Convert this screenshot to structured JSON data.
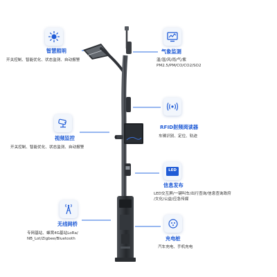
{
  "features": {
    "smart_lighting": {
      "title": "智慧照明",
      "desc": [
        "开关控制、智能优化、状态监测、自动报警"
      ],
      "icon": "sun-icon"
    },
    "weather_monitoring": {
      "title": "气象监测",
      "desc": [
        "温/湿/风/雨/气/紫",
        "PM2.5/PM/CO/CO2/SO2"
      ],
      "icon": "monitor-chart-icon"
    },
    "rfid_reader": {
      "title": "RFID射频阅读器",
      "desc": [
        "车辆识别、定位、轨迹"
      ],
      "icon": "rfid-wave-icon"
    },
    "video_surveillance": {
      "title": "视频监控",
      "desc": [
        "开关控制、智能优化、状态监测、自动报警"
      ],
      "icon": "cctv-camera-icon"
    },
    "info_release": {
      "title": "信息发布",
      "desc": [
        "LED交互屏/一键叫车/出行查询/信息查询政府",
        "/文化/公益/应急传媒"
      ],
      "icon": "led-screen-icon"
    },
    "wireless_network": {
      "title": "无线网桥",
      "desc": [
        "专网基站、蜂窝4G基站LoRa/",
        "NB_Lot/Zigbee/Bluetooth"
      ],
      "icon": "antenna-tower-icon"
    },
    "charging_pile": {
      "title": "充电桩",
      "desc": [
        "汽车充电、手机充电"
      ],
      "icon": "charger-plug-icon"
    }
  },
  "led_screen_label": "LED",
  "colors": {
    "accent": "#1f5bd6",
    "pole": "#3a3d42",
    "connector": "#2f6fe0"
  }
}
